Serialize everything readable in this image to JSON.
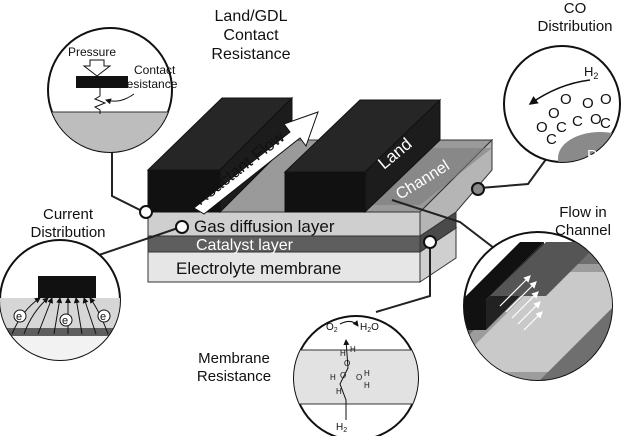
{
  "labels": {
    "land_gdl_line1": "Land/GDL",
    "land_gdl_line2": "Contact",
    "land_gdl_line3": "Resistance",
    "co_line1": "CO",
    "co_line2": "Distribution",
    "current_line1": "Current",
    "current_line2": "Distribution",
    "flow_line1": "Flow in",
    "flow_line2": "Channel",
    "membrane_line1": "Membrane",
    "membrane_line2": "Resistance"
  },
  "cell": {
    "reactant_flow": "Reactant Flow",
    "land": "Land",
    "channel": "Channel",
    "gdl": "Gas diffusion layer",
    "catalyst": "Catalyst layer",
    "membrane": "Electrolyte membrane"
  },
  "insets": {
    "pressure": "Pressure",
    "contact_line1": "Contact",
    "contact_line2": "Resistance",
    "h2": "H",
    "h2_sub": "2",
    "pt": "Pt",
    "c": "C",
    "o": "O",
    "electron": "e",
    "o2": "O",
    "o2_sub": "2",
    "h2o": "H",
    "h2o_sub": "2",
    "h2o_o": "O",
    "h2_bottom": "H",
    "h2_bottom_sub": "2",
    "proton_h": "H",
    "proton_o": "O"
  },
  "colors": {
    "land_block": "#111111",
    "gdl_top": "#9a9a9a",
    "gdl_front": "#cfcfcf",
    "catalyst": "#5e5e5e",
    "membrane": "#e6e6e6",
    "pt": "#8a8a8a"
  }
}
